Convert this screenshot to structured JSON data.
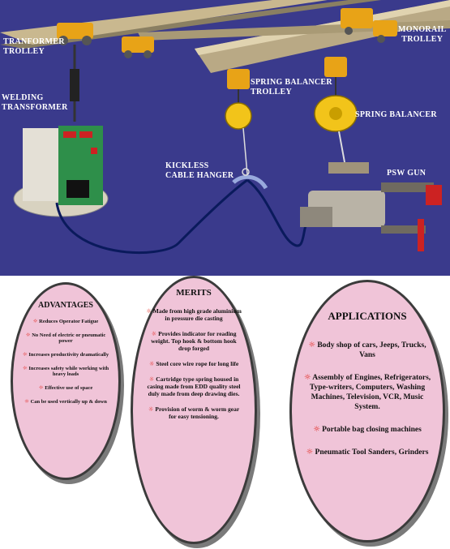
{
  "labels": {
    "transformer_trolley": "TRANFORMER\nTROLLEY",
    "welding_transformer": "WELDING\nTRANSFORMER",
    "monorail_trolley": "MONORAIL\nTROLLEY",
    "spring_balancer_trolley": "SPRING BALANCER\nTROLLEY",
    "spring_balancer": "SPRING BALANCER",
    "kickless_cable_hanger": "KICKLESS\nCABLE HANGER",
    "psw_gun": "PSW GUN"
  },
  "advantages": {
    "title": "ADVANTAGES",
    "items": [
      "Reduces Operator Fatigue",
      "No Need of electric or pneumatic power",
      "Increases productivity dramatically",
      "Increases safety while working with heavy loads",
      "Effective use of space",
      "Can be used vertically up & down"
    ]
  },
  "merits": {
    "title": "MERITS",
    "items": [
      "Made from high grade aluminium in pressure die casting",
      "Provides indicator for reading weight. Top hook & bottom hook drop forged",
      "Steel core wire rope for long life",
      "Cartridge type spring housed in casing made from EDD quality steel duly made from deep drawing dies.",
      "Provision of worm & worm gear for easy tensioning."
    ]
  },
  "applications": {
    "title": "APPLICATIONS",
    "items": [
      "Body shop of cars, Jeeps, Trucks, Vans",
      "Assembly of Engines, Refrigerators, Type-writers, Computers, Washing Machines, Television, VCR, Music System.",
      "Portable bag closing machines",
      "Pneumatic Tool Sanders, Grinders"
    ]
  },
  "colors": {
    "background": "#3a3a8c",
    "ellipse_fill": "#f0c4d8",
    "bullet": "#e2231a",
    "rail": "#c9b88f"
  },
  "bullet_icon": "sun-bullet-icon"
}
